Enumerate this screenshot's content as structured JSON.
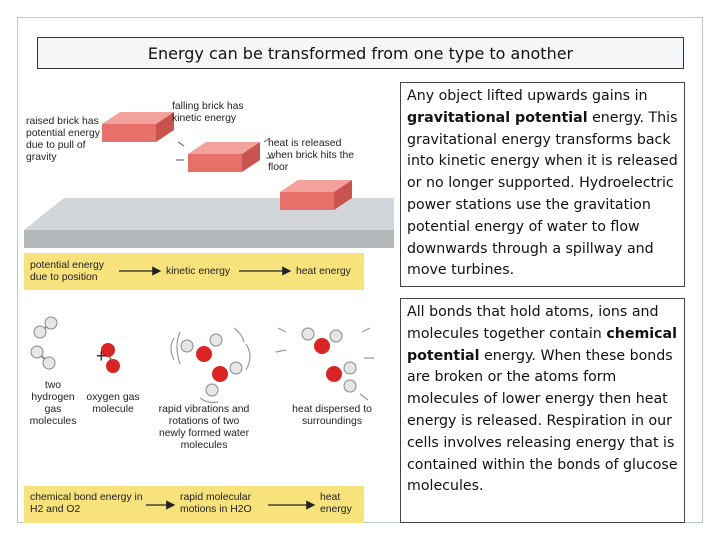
{
  "title": "Energy can be transformed from one type to another",
  "gravity_diagram": {
    "labels": {
      "raised_brick": "raised brick has potential energy due to pull of gravity",
      "falling_brick": "falling brick has kinetic energy",
      "heat_released": "heat is released when brick hits the floor"
    },
    "flow": [
      "potential energy due to position",
      "kinetic energy",
      "heat energy"
    ],
    "colors": {
      "brick": "#e8706a",
      "floor": "#bfc3c6",
      "bar": "#f7e27c"
    }
  },
  "chemical_diagram": {
    "labels": {
      "reactants_h2": "two hydrogen gas molecules",
      "reactants_o2": "oxygen gas molecule",
      "plus": "+",
      "vibrations": "rapid vibrations and rotations of two newly formed water molecules",
      "heat_dispersed": "heat dispersed to surroundings"
    },
    "flow": [
      "chemical bond energy in H2 and O2",
      "rapid molecular motions in H2O",
      "heat energy"
    ],
    "colors": {
      "oxygen_atom": "#d92424",
      "hydrogen_atom": "#e6e6e6",
      "bar": "#f7e27c"
    }
  },
  "text_blocks": {
    "gravitational": {
      "before": "Any object lifted upwards gains in ",
      "bold": "gravitational potential",
      "after": " energy. This gravitational energy transforms back into kinetic energy when it is released or no longer supported. Hydroelectric power stations use the gravitation potential energy of water to flow downwards through a spillway and move turbines."
    },
    "chemical": {
      "before": "All bonds that hold atoms, ions and molecules together contain ",
      "bold": "chemical potential",
      "after": " energy. When these bonds are broken or the atoms form molecules of lower energy then heat energy is released. Respiration in our cells involves releasing energy that is contained within the bonds of glucose molecules."
    }
  }
}
